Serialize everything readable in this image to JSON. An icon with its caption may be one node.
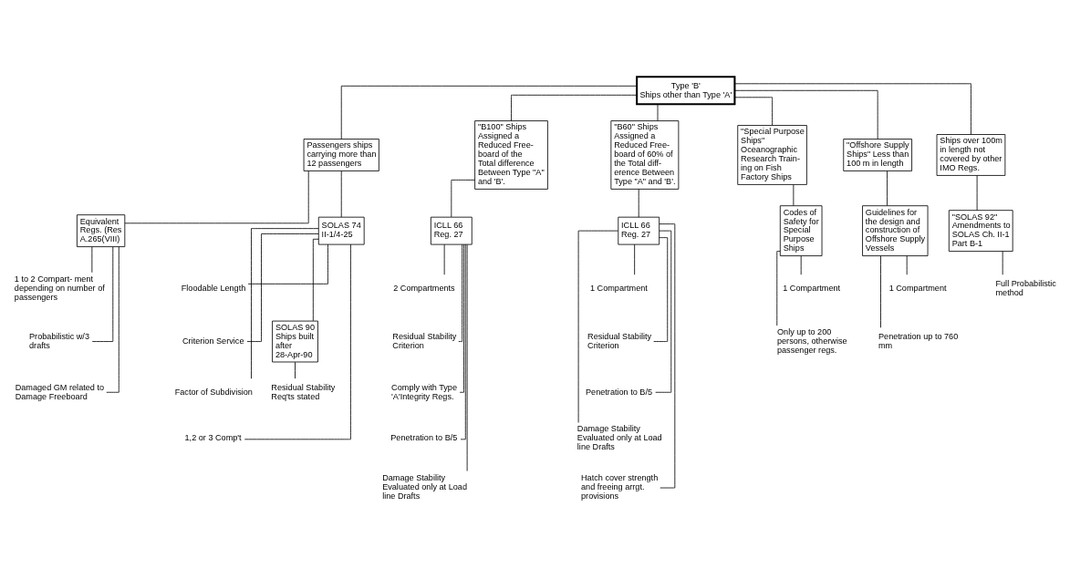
{
  "diagram": {
    "nodes": [
      {
        "text": [
          "Type 'B'",
          "Ships other than Type 'A'"
        ]
      },
      {
        "text": [
          "Passengers ships carrying more than 12 passengers"
        ]
      },
      {
        "text": [
          "\"B100\" Ships Assigned a Reduced Free- board of the Total difference Between Type \"A\" and 'B'."
        ]
      },
      {
        "text": [
          "\"B60\" Ships Assigned a Reduced Free- board of 60% of the Total diff- erence Between Type \"A\" and 'B'."
        ]
      },
      {
        "text": [
          "\"Special Purpose Ships\" Oceanographic Research Train- ing on Fish Factory Ships"
        ]
      },
      {
        "text": [
          "\"Offshore Supply Ships\" Less than 100 m in length"
        ]
      },
      {
        "text": [
          "Ships over 100m in length not covered by other IMO Regs."
        ]
      },
      {
        "text": [
          "Equivalent Regs. (Res A.265(VIII)"
        ]
      },
      {
        "text": [
          "SOLAS 74 II-1/4-25"
        ]
      },
      {
        "text": [
          "1 to 2 Compart- ment depending on number of passengers"
        ]
      },
      {
        "text": [
          "Probabilistic w/3 drafts"
        ]
      },
      {
        "text": [
          "Damaged GM related to Damage Freeboard"
        ]
      },
      {
        "text": [
          "Floodable Length"
        ]
      },
      {
        "text": [
          "Criterion Service"
        ]
      },
      {
        "text": [
          "Factor of Subdivision"
        ]
      },
      {
        "text": [
          "1,2 or 3 Comp't"
        ]
      },
      {
        "text": [
          "SOLAS 90 Ships built after 28-Apr-90"
        ]
      },
      {
        "text": [
          "Residual Stability Req'ts stated"
        ]
      },
      {
        "text": [
          "ICLL 66 Reg. 27"
        ]
      },
      {
        "text": [
          "2 Compartments"
        ]
      },
      {
        "text": [
          "Residual Stability Criterion"
        ]
      },
      {
        "text": [
          "Comply with Type 'A'Integrity Regs."
        ]
      },
      {
        "text": [
          "Penetration to B/5"
        ]
      },
      {
        "text": [
          "Damage Stability Evaluated only at Load line Drafts"
        ]
      },
      {
        "text": [
          "ICLL 66 Reg. 27"
        ]
      },
      {
        "text": [
          "1 Compartment"
        ]
      },
      {
        "text": [
          "Residual Stability Criterion"
        ]
      },
      {
        "text": [
          "Penetration to B/5"
        ]
      },
      {
        "text": [
          "Damage Stability Evaluated only at Load line Drafts"
        ]
      },
      {
        "text": [
          "Hatch cover strength and freeing arrgt. provisions"
        ]
      },
      {
        "text": [
          "Codes of Safety for Special Purpose Ships"
        ]
      },
      {
        "text": [
          "1 Compartment"
        ]
      },
      {
        "text": [
          "Only up to 200 persons, otherwise passenger regs."
        ]
      },
      {
        "text": [
          "Guidelines for the design and construction of Offshore Supply Vessels"
        ]
      },
      {
        "text": [
          "1 Compartment"
        ]
      },
      {
        "text": [
          "Penetration up to 760 mm"
        ]
      },
      {
        "text": [
          "\"SOLAS 92\" Amendments to SOLAS Ch. II-1 Part B-1"
        ]
      },
      {
        "text": [
          "Full Probabilistic method"
        ]
      }
    ],
    "edges": [
      {
        "from": 0,
        "to": 1,
        "arrow": "none"
      },
      {
        "from": 0,
        "to": 2,
        "arrow": "none"
      },
      {
        "from": 0,
        "to": 3,
        "arrow": "none"
      },
      {
        "from": 0,
        "to": 4,
        "arrow": "none"
      },
      {
        "from": 0,
        "to": 5,
        "arrow": "none"
      },
      {
        "from": 0,
        "to": 6,
        "arrow": "none"
      },
      {
        "from": 1,
        "to": 7,
        "arrow": "none"
      },
      {
        "from": 1,
        "to": 8,
        "arrow": "none"
      },
      {
        "from": 7,
        "to": 9,
        "arrow": "none"
      },
      {
        "from": 7,
        "to": 10,
        "arrow": "none"
      },
      {
        "from": 7,
        "to": 11,
        "arrow": "none"
      },
      {
        "from": 8,
        "to": 12,
        "arrow": "none"
      },
      {
        "from": 8,
        "to": 13,
        "arrow": "none"
      },
      {
        "from": 8,
        "to": 14,
        "arrow": "none"
      },
      {
        "from": 8,
        "to": 15,
        "arrow": "none"
      },
      {
        "from": 8,
        "to": 16,
        "arrow": "none"
      },
      {
        "from": 16,
        "to": 17,
        "arrow": "none"
      },
      {
        "from": 2,
        "to": 18,
        "arrow": "none"
      },
      {
        "from": 18,
        "to": 19,
        "arrow": "none"
      },
      {
        "from": 18,
        "to": 20,
        "arrow": "none"
      },
      {
        "from": 18,
        "to": 21,
        "arrow": "none"
      },
      {
        "from": 18,
        "to": 22,
        "arrow": "none"
      },
      {
        "from": 18,
        "to": 23,
        "arrow": "none"
      },
      {
        "from": 3,
        "to": 24,
        "arrow": "none"
      },
      {
        "from": 24,
        "to": 25,
        "arrow": "none"
      },
      {
        "from": 24,
        "to": 26,
        "arrow": "none"
      },
      {
        "from": 24,
        "to": 27,
        "arrow": "none"
      },
      {
        "from": 24,
        "to": 28,
        "arrow": "none"
      },
      {
        "from": 24,
        "to": 29,
        "arrow": "none"
      },
      {
        "from": 4,
        "to": 30,
        "arrow": "none"
      },
      {
        "from": 30,
        "to": 31,
        "arrow": "none"
      },
      {
        "from": 30,
        "to": 32,
        "arrow": "none"
      },
      {
        "from": 5,
        "to": 33,
        "arrow": "none"
      },
      {
        "from": 33,
        "to": 34,
        "arrow": "none"
      },
      {
        "from": 33,
        "to": 35,
        "arrow": "none"
      },
      {
        "from": 6,
        "to": 36,
        "arrow": "none"
      },
      {
        "from": 36,
        "to": 37,
        "arrow": "none"
      }
    ]
  }
}
